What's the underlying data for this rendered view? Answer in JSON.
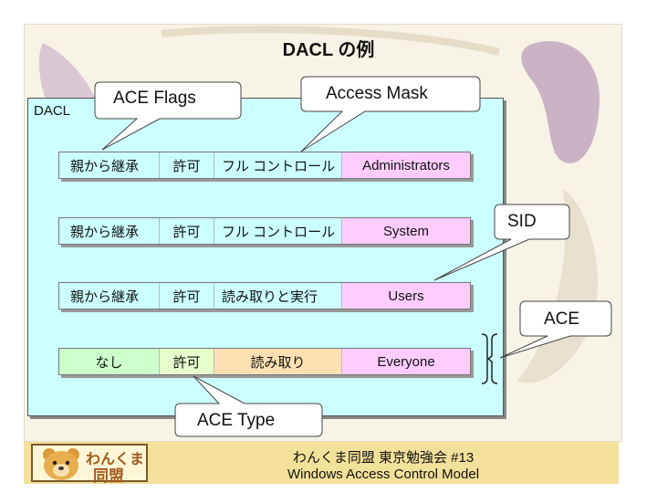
{
  "title": "DACL の例",
  "dacl_label": "DACL",
  "callouts": {
    "ace_flags": "ACE Flags",
    "access_mask": "Access Mask",
    "sid": "SID",
    "ace": "ACE",
    "ace_type": "ACE Type"
  },
  "rows": [
    {
      "flags": "親から継承",
      "type": "許可",
      "mask": "フル コントロール",
      "sid": "Administrators"
    },
    {
      "flags": "親から継承",
      "type": "許可",
      "mask": "フル コントロール",
      "sid": "System"
    },
    {
      "flags": "親から継承",
      "type": "許可",
      "mask": "読み取りと実行",
      "sid": "Users"
    },
    {
      "flags": "なし",
      "type": "許可",
      "mask": "読み取り",
      "sid": "Everyone"
    }
  ],
  "footer": {
    "line1": "わんくま同盟 東京勉強会 #13",
    "line2": "Windows Access Control Model"
  },
  "logo": {
    "line1": "わんくま",
    "line2": "同盟"
  },
  "colors": {
    "panel": "#ccffff",
    "flags_cell": "#ccffcc",
    "type_cell": "#e6ffcc",
    "mask_cell": "#ffe0b3",
    "sid_cell": "#ffccff",
    "footer": "#f3e09a"
  }
}
